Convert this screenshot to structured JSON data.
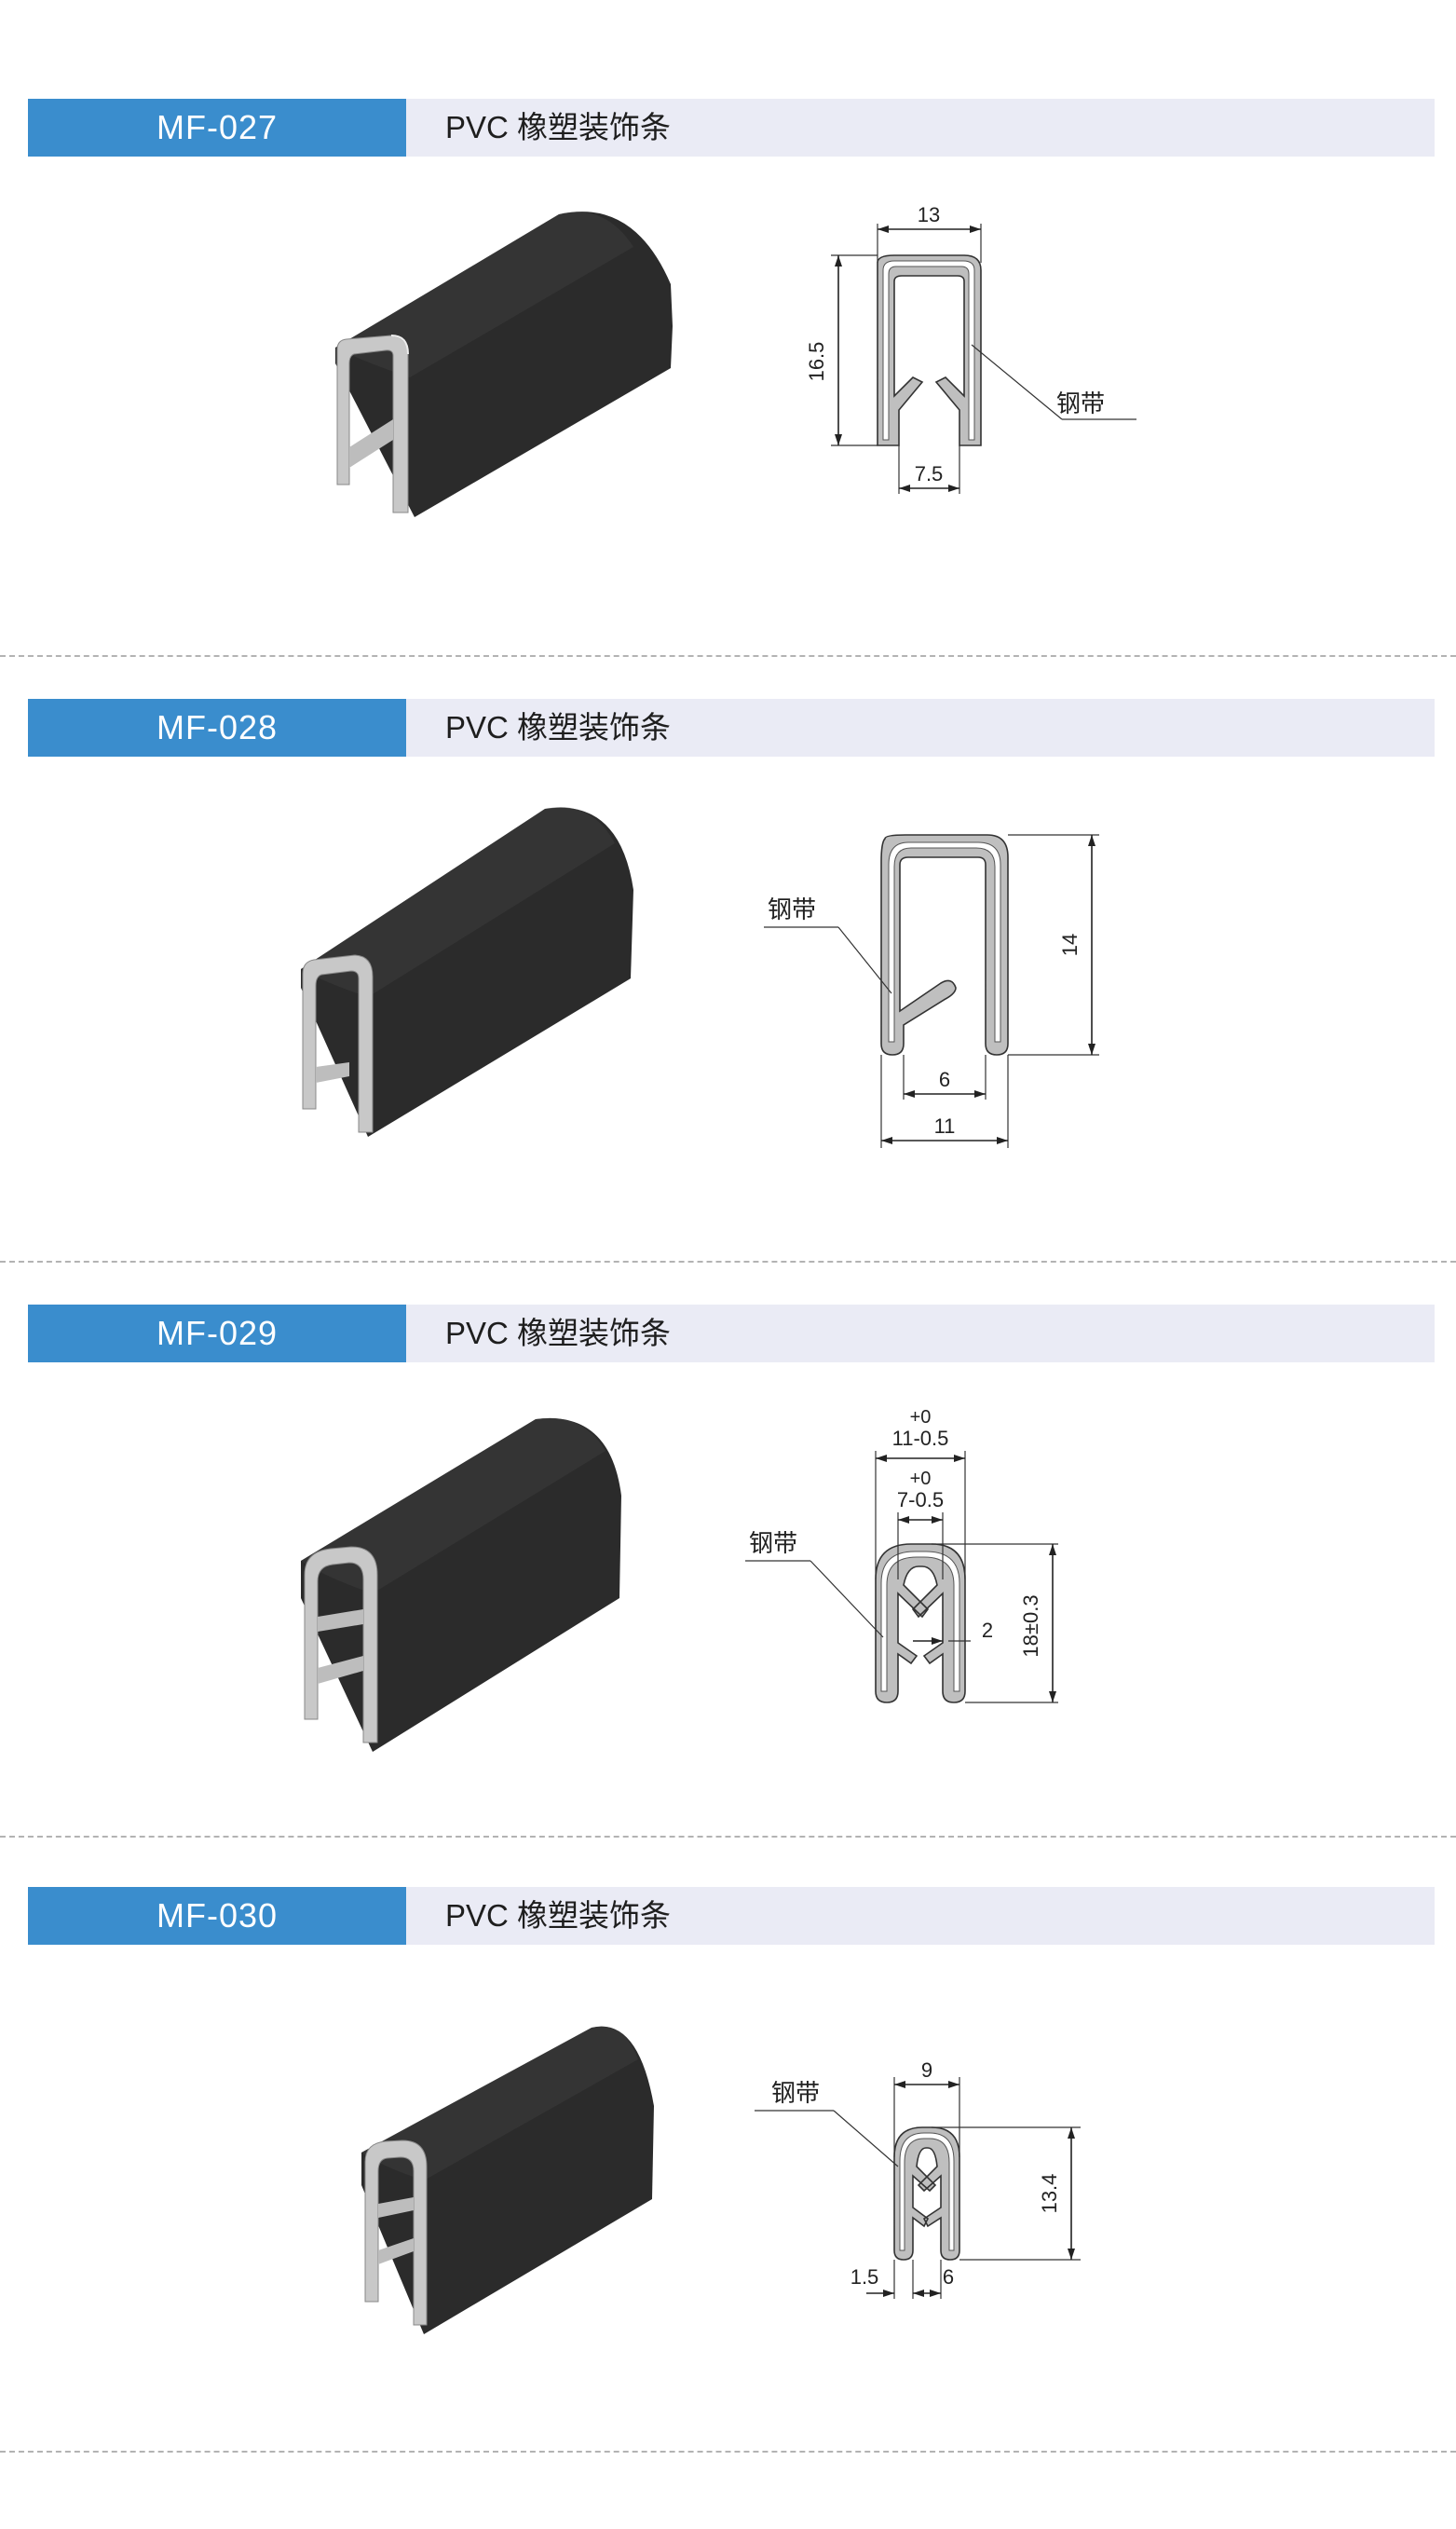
{
  "colors": {
    "code_bg": "#3a8dcd",
    "header_bg": "#eaebf5",
    "profile_body": "#2a2a2a",
    "steel_band": "#c8c8c8"
  },
  "sections": [
    {
      "code": "MF-027",
      "name": "PVC 橡塑装饰条",
      "dims": {
        "width": "13",
        "height": "16.5",
        "opening": "7.5"
      },
      "band_label": "钢带"
    },
    {
      "code": "MF-028",
      "name": "PVC 橡塑装饰条",
      "dims": {
        "height": "14",
        "opening": "6",
        "width": "11"
      },
      "band_label": "钢带"
    },
    {
      "code": "MF-029",
      "name": "PVC 橡塑装饰条",
      "dims": {
        "width_tol": "+0",
        "width": "11-0.5",
        "inner_tol": "+0",
        "inner": "7-0.5",
        "lip": "2",
        "height": "18±0.3"
      },
      "band_label": "钢带"
    },
    {
      "code": "MF-030",
      "name": "PVC 橡塑装饰条",
      "dims": {
        "width": "9",
        "height": "13.4",
        "wall": "1.5",
        "opening": "6"
      },
      "band_label": "钢带"
    }
  ]
}
